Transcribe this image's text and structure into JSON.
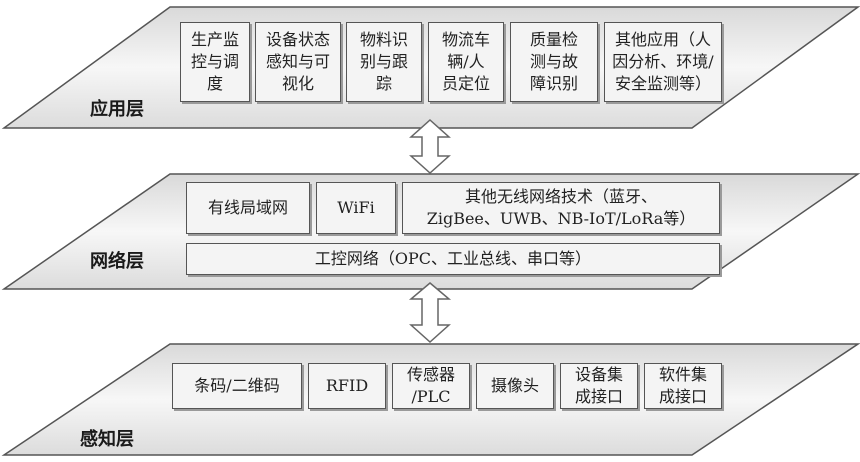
{
  "layers": {
    "application": {
      "label": "应用层",
      "items": [
        "生产监\n控与调\n度",
        "设备状态\n感知与可\n视化",
        "物料识\n别与跟\n踪",
        "物流车\n辆/人\n员定位",
        "质量检\n测与故\n障识别",
        "其他应用（人\n因分析、环境/\n安全监测等）"
      ]
    },
    "network": {
      "label": "网络层",
      "items": [
        "有线局域网",
        "WiFi",
        "其他无线网络技术（蓝牙、\nZigBee、UWB、NB-IoT/LoRa等）"
      ],
      "industrial": "工控网络（OPC、工业总线、串口等）"
    },
    "perception": {
      "label": "感知层",
      "items": [
        "条码/二维码",
        "RFID",
        "传感器\n/PLC",
        "摄像头",
        "设备集\n成接口",
        "软件集\n成接口"
      ]
    }
  }
}
